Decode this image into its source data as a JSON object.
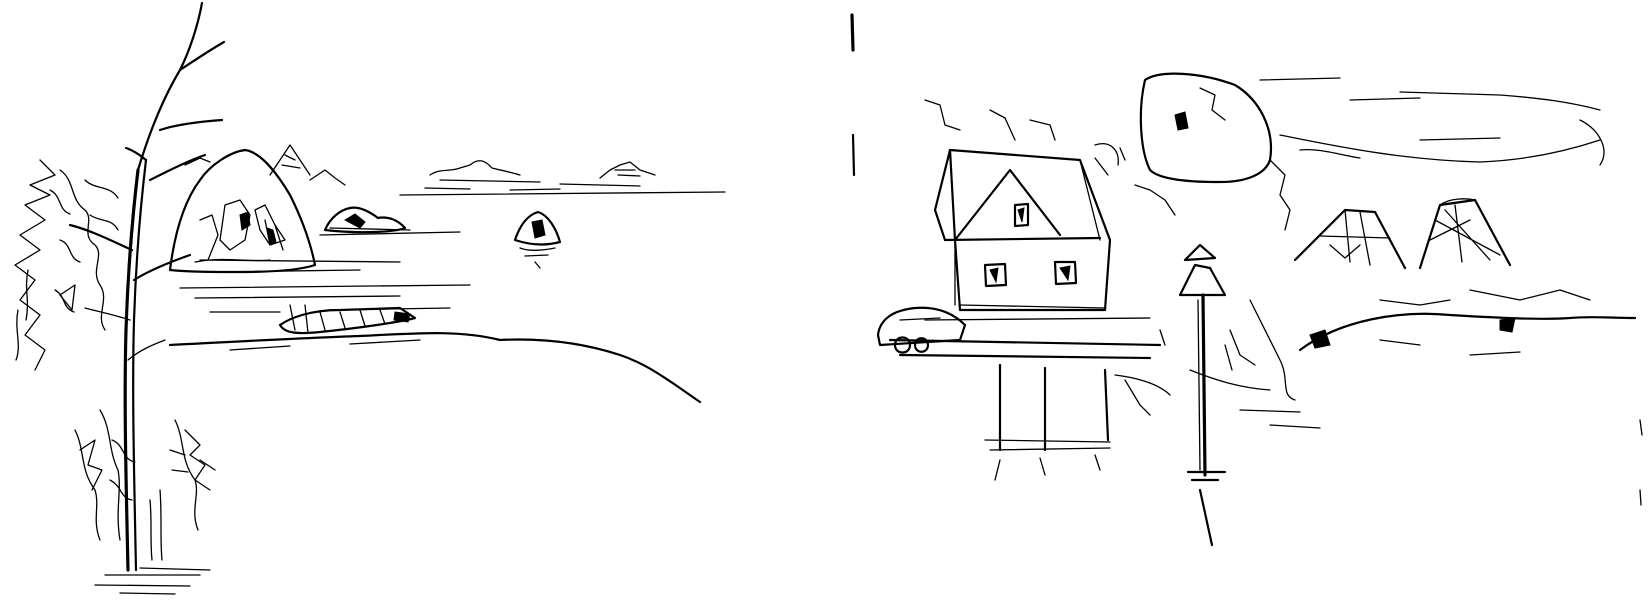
{
  "image": {
    "background_color": "#ffffff",
    "ink_color": "#000000",
    "panels": [
      {
        "name": "lake-landscape-sketch",
        "elements": [
          "tree",
          "shrubs",
          "rocky-island",
          "distant-mountains",
          "small-islet",
          "dock",
          "shoreline",
          "water-ripples"
        ]
      },
      {
        "name": "village-sketch",
        "elements": [
          "house",
          "signpost",
          "boulder",
          "tents",
          "car",
          "porch",
          "clouds",
          "ground"
        ]
      }
    ]
  }
}
